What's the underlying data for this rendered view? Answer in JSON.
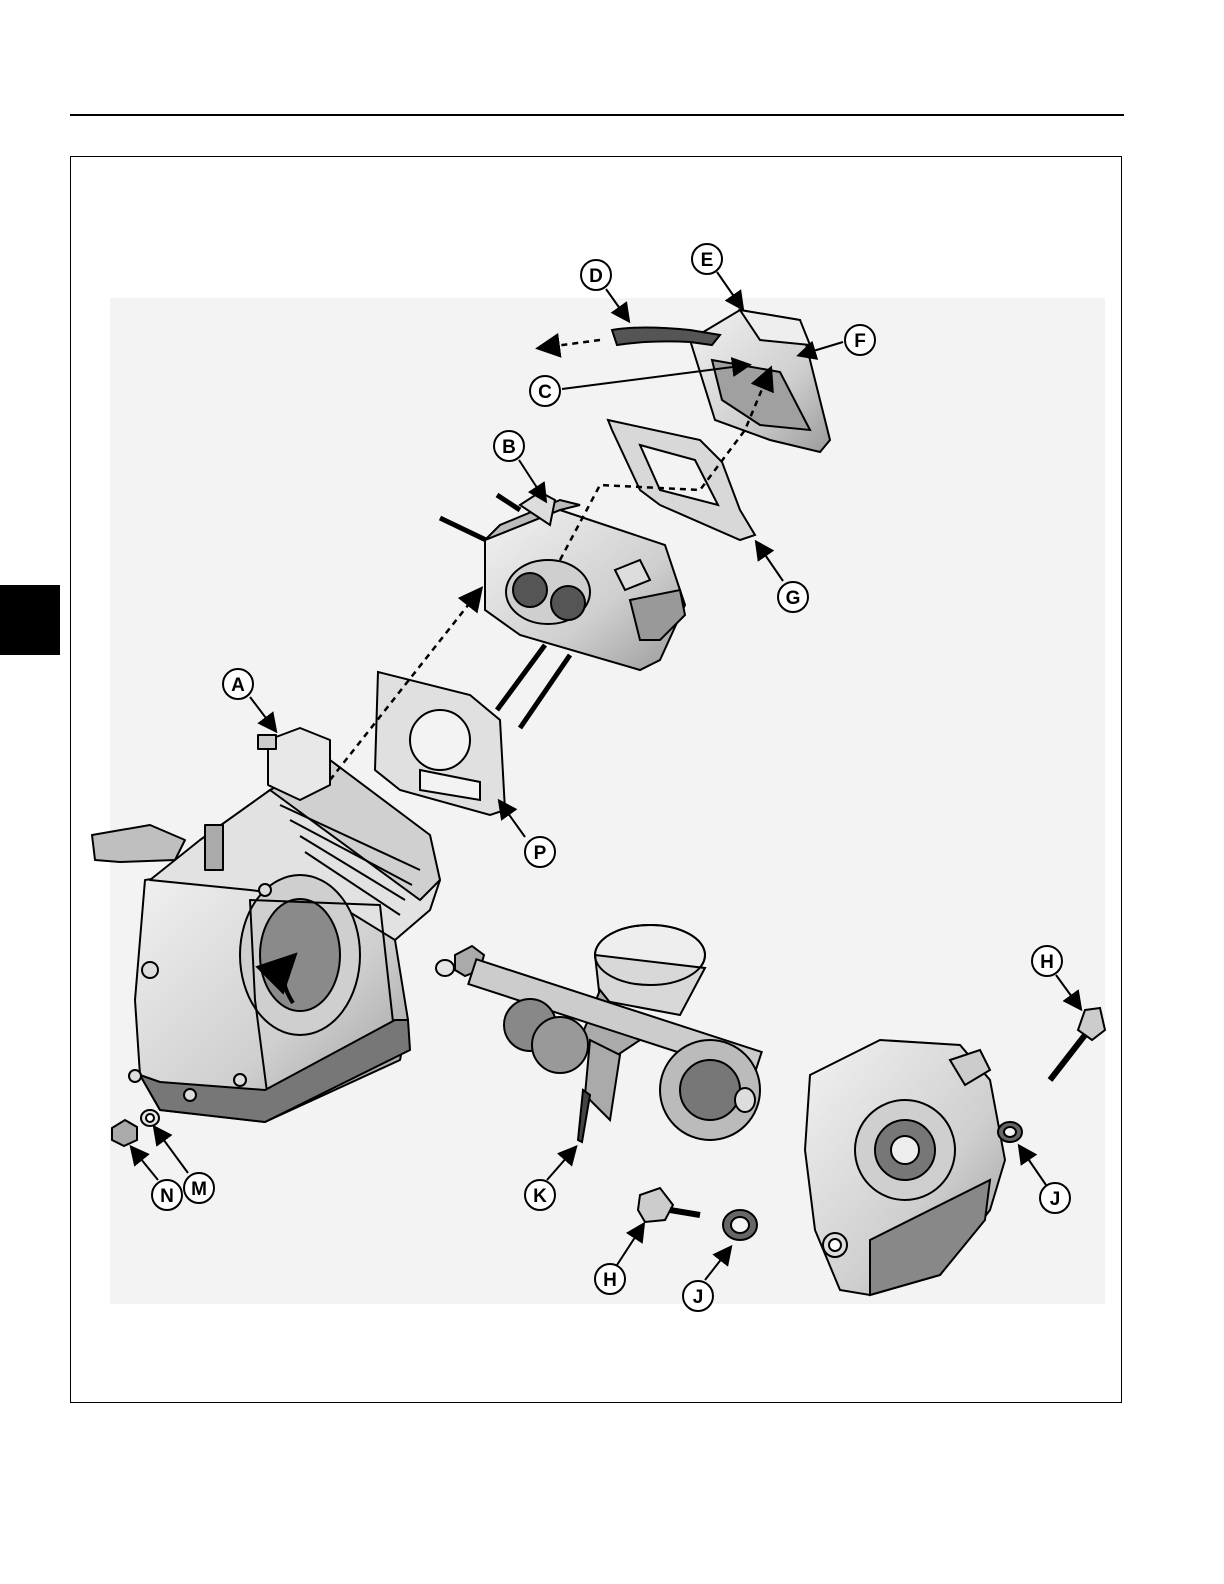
{
  "figure": {
    "callouts": {
      "A": "A",
      "B": "B",
      "C": "C",
      "D": "D",
      "E": "E",
      "F": "F",
      "G": "G",
      "H1": "H",
      "H2": "H",
      "J1": "J",
      "J2": "J",
      "K": "K",
      "M": "M",
      "N": "N",
      "P": "P"
    }
  },
  "colors": {
    "line": "#000000",
    "metal_light": "#e6e6e6",
    "metal_mid": "#b8b8b8",
    "metal_dark": "#5c5c5c",
    "background": "#f3f3f3"
  }
}
